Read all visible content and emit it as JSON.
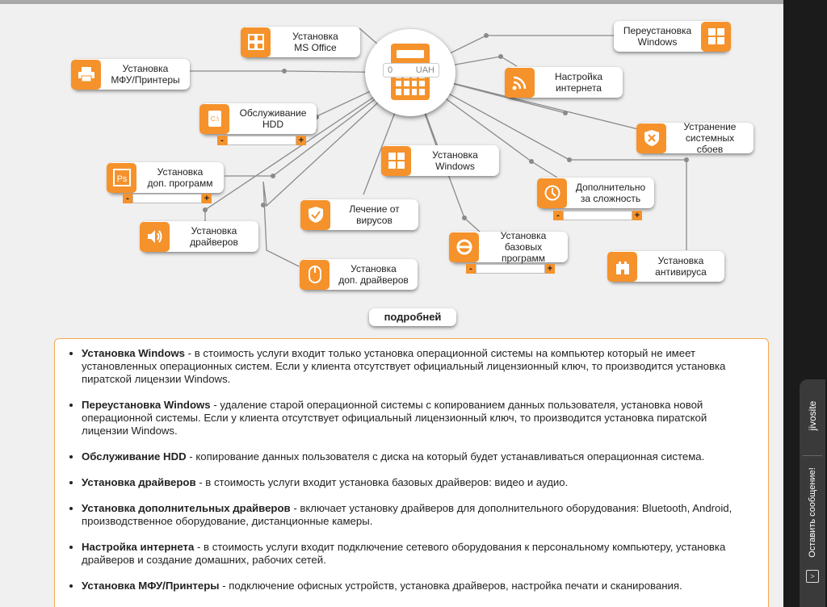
{
  "calculator": {
    "amount": "0",
    "currency": "UAH"
  },
  "services": {
    "ms_office": "Установка\nMS Office",
    "mfu": "Установка\nМФУ/Принтеры",
    "hdd": "Обслуживание\nHDD",
    "programs": "Установка\nдоп. программ",
    "drivers": "Установка\nдрайверов",
    "antivirus_treat": "Лечение от\nвирусов",
    "extra_drivers": "Установка\nдоп. драйверов",
    "windows": "Установка\nWindows",
    "base_programs": "Установка\nбазовых программ",
    "reinstall": "Переустановка\nWindows",
    "internet": "Настройка\nинтернета",
    "errors": "Устранение\nсистемных сбоев",
    "complexity": "Дополнительно\nза сложность",
    "antivirus": "Установка\nантивируса"
  },
  "stepper": {
    "minus": "-",
    "plus": "+"
  },
  "more_button": "подробней",
  "descriptions": [
    {
      "title": "Установка Windows",
      "text": " - в стоимость услуги входит только установка операционной системы на компьютер который не имеет установленных операционных систем. Если у клиента отсутствует официальный лицензионный ключ, то производится установка пиратской лицензии Windows."
    },
    {
      "title": "Переустановка Windows",
      "text": " - удаление старой операционной системы с копированием данных пользователя, установка новой операционной системы. Если у клиента отсутствует официальный лицензионный ключ, то производится установка пиратской лицензии Windows."
    },
    {
      "title": "Обслуживание HDD",
      "text": " - копирование данных пользователя с диска на который будет устанавливаться операционная система."
    },
    {
      "title": "Установка драйверов",
      "text": " - в стоимость услуги входит установка базовых драйверов: видео и аудио."
    },
    {
      "title": "Установка дополнительных драйверов",
      "text": " - включает установку драйверов для дополнительного оборудования: Bluetooth, Android, производственное оборудование, дистанционные камеры."
    },
    {
      "title": "Настройка интернета",
      "text": " - в стоимость услуги входит подключение сетевого оборудования к персональному компьютеру, установка драйверов и создание домашних, рабочих сетей."
    },
    {
      "title": "Установка МФУ/Принтеры",
      "text": " - подключение офисных устройств, установка драйверов, настройка печати и сканирования."
    }
  ],
  "jivo": {
    "brand": "jivosite",
    "message": "Оставить сообщение!"
  },
  "colors": {
    "accent": "#f5922b",
    "background": "#f0f0f0",
    "line": "#8a8a8a"
  }
}
